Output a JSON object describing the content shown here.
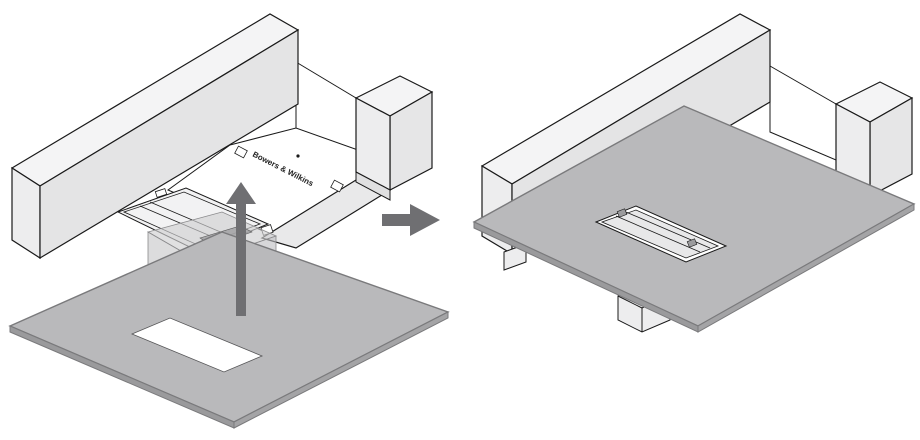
{
  "figure": {
    "panels": [
      {
        "id": "before",
        "caption": ""
      },
      {
        "id": "after",
        "caption": ""
      }
    ],
    "brand_mark": "Bowers & Wilkins",
    "icons": {
      "lift_arrow": "up-arrow-icon",
      "step_arrow": "right-arrow-icon"
    },
    "colors": {
      "outline": "#1a1a1a",
      "beam_fill": "#eeeeef",
      "beam_side": "#e2e2e3",
      "panel_fill": "#b7b7b9",
      "panel_edge": "#8e8e90",
      "cutout": "#ffffff",
      "arrow": "#6f6f72",
      "translucent_box": "#c9c9cb"
    }
  }
}
